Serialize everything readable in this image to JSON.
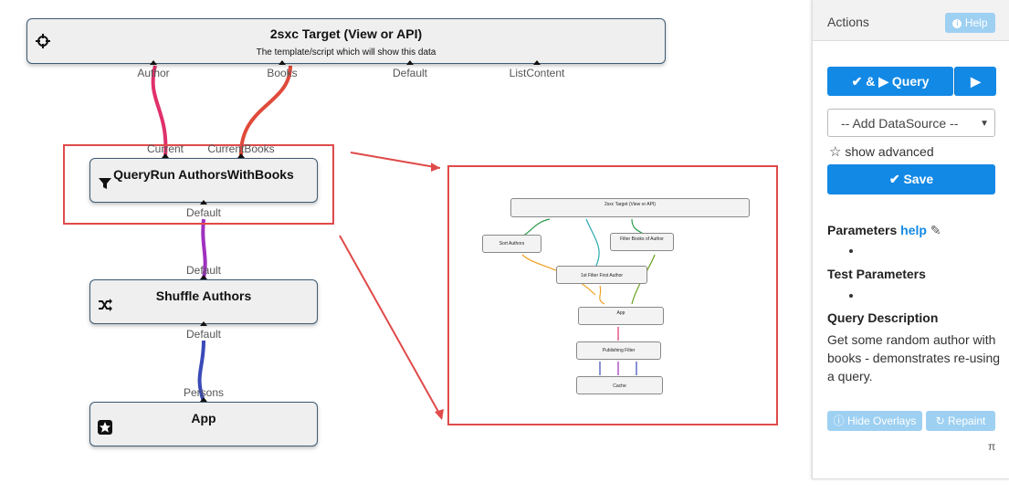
{
  "target_node": {
    "title": "2sxc Target (View or API)",
    "subtitle": "The template/script which will show this data",
    "ports": [
      "Author",
      "Books",
      "Default",
      "ListContent"
    ]
  },
  "query_node": {
    "title": "QueryRun AuthorsWithBooks",
    "in_ports": [
      "Current",
      "CurrentBooks"
    ],
    "out_port": "Default"
  },
  "shuffle_node": {
    "title": "Shuffle Authors",
    "in_port": "Default",
    "out_port": "Default"
  },
  "app_node": {
    "title": "App",
    "in_port": "Persons"
  },
  "preview": {
    "target": "2sxc Target (View or API)",
    "sort": "Sort Authors",
    "filter_books": "Filter Books of Author",
    "first": "1st Filter First Author",
    "app": "App",
    "publishing": "Publishing Filter",
    "cache": "Cache"
  },
  "panel": {
    "title": "Actions",
    "help": "Help",
    "run_query": "& ▶ Query",
    "add_datasource": "-- Add DataSource --",
    "show_advanced": "show advanced",
    "save": "Save",
    "parameters_label": "Parameters",
    "parameters_help": "help",
    "test_parameters": "Test Parameters",
    "query_description_label": "Query Description",
    "query_description": "Get some random author with books - demonstrates re-using a query.",
    "hide_overlays": "Hide Overlays",
    "repaint": "Repaint",
    "pi": "π"
  },
  "colors": {
    "accent": "#1389e6",
    "accent_light": "#9ed0f2",
    "highlight": "#e04a4a",
    "wire_pink": "#e0306a",
    "wire_red": "#e04a3a",
    "wire_purple": "#a030c0",
    "wire_blue": "#3a4ab8"
  }
}
